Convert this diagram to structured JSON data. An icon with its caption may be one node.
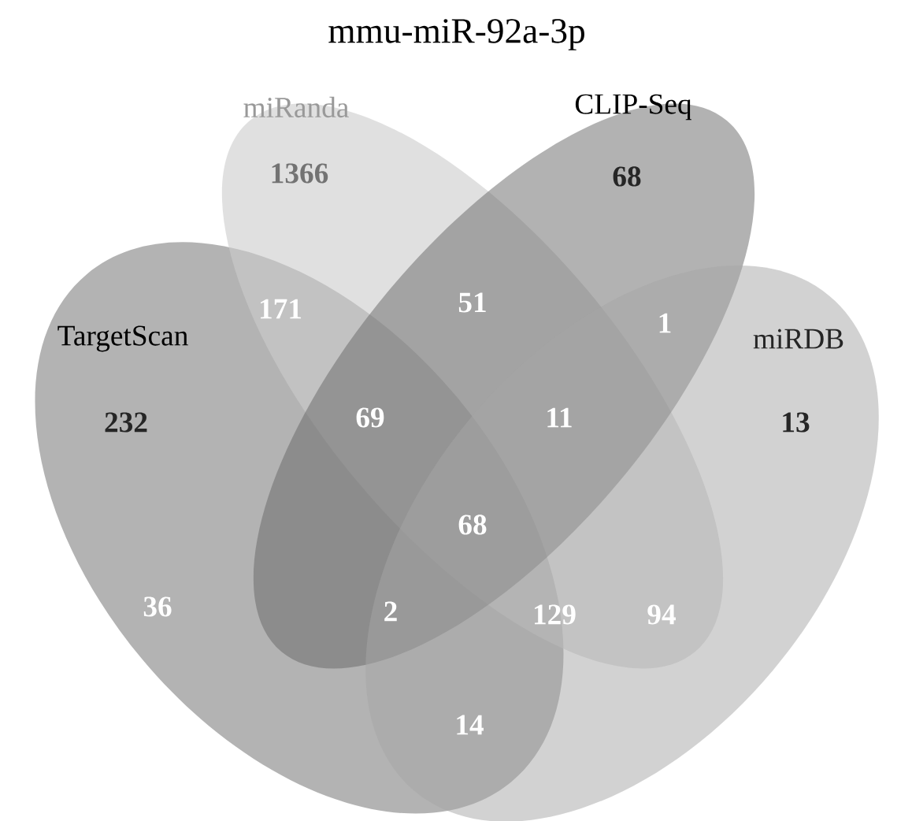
{
  "diagram": {
    "title": "mmu-miR-92a-3p",
    "nodes": [
      {
        "text": [
          "TargetScan"
        ]
      },
      {
        "text": [
          "miRanda"
        ]
      },
      {
        "text": [
          "CLIP-Seq"
        ]
      },
      {
        "text": [
          "miRDB"
        ]
      }
    ],
    "labels": [
      "1366",
      "68",
      "171",
      "51",
      "1",
      "232",
      "69",
      "11",
      "13",
      "68",
      "36",
      "2",
      "129",
      "94",
      "14"
    ]
  }
}
